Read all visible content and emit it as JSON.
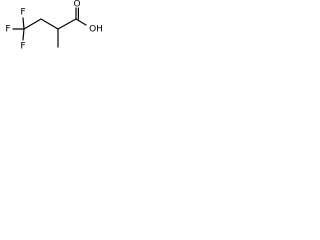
{
  "molecule": {
    "atoms": {
      "F_top": "F",
      "F_left": "F",
      "F_bottom": "F",
      "O_carbonyl": "O",
      "OH": "OH"
    },
    "colors": {
      "bond": "#000000",
      "text": "#000000",
      "background": "#ffffff"
    }
  }
}
